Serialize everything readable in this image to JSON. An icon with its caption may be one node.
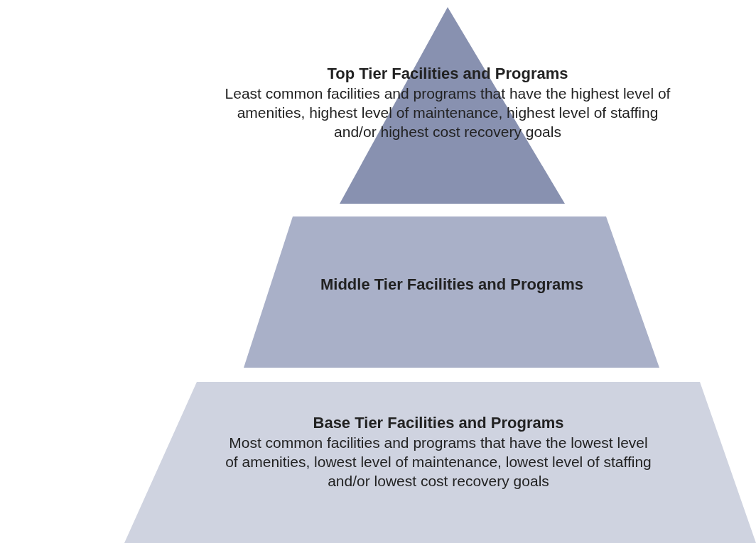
{
  "diagram": {
    "nodes": [
      {
        "text": [
          "Top Tier Facilities and Programs",
          "Least common facilities and programs that have the highest level of amenities, highest level of maintenance, highest level of staffing and/or highest cost recovery goals"
        ]
      },
      {
        "text": [
          "Middle Tier Facilities and Programs"
        ]
      },
      {
        "text": [
          "Base Tier Facilities and Programs",
          "Most common facilities and programs that have the lowest level of amenities, lowest level of maintenance, lowest level of staffing and/or lowest cost recovery goals"
        ]
      }
    ]
  }
}
